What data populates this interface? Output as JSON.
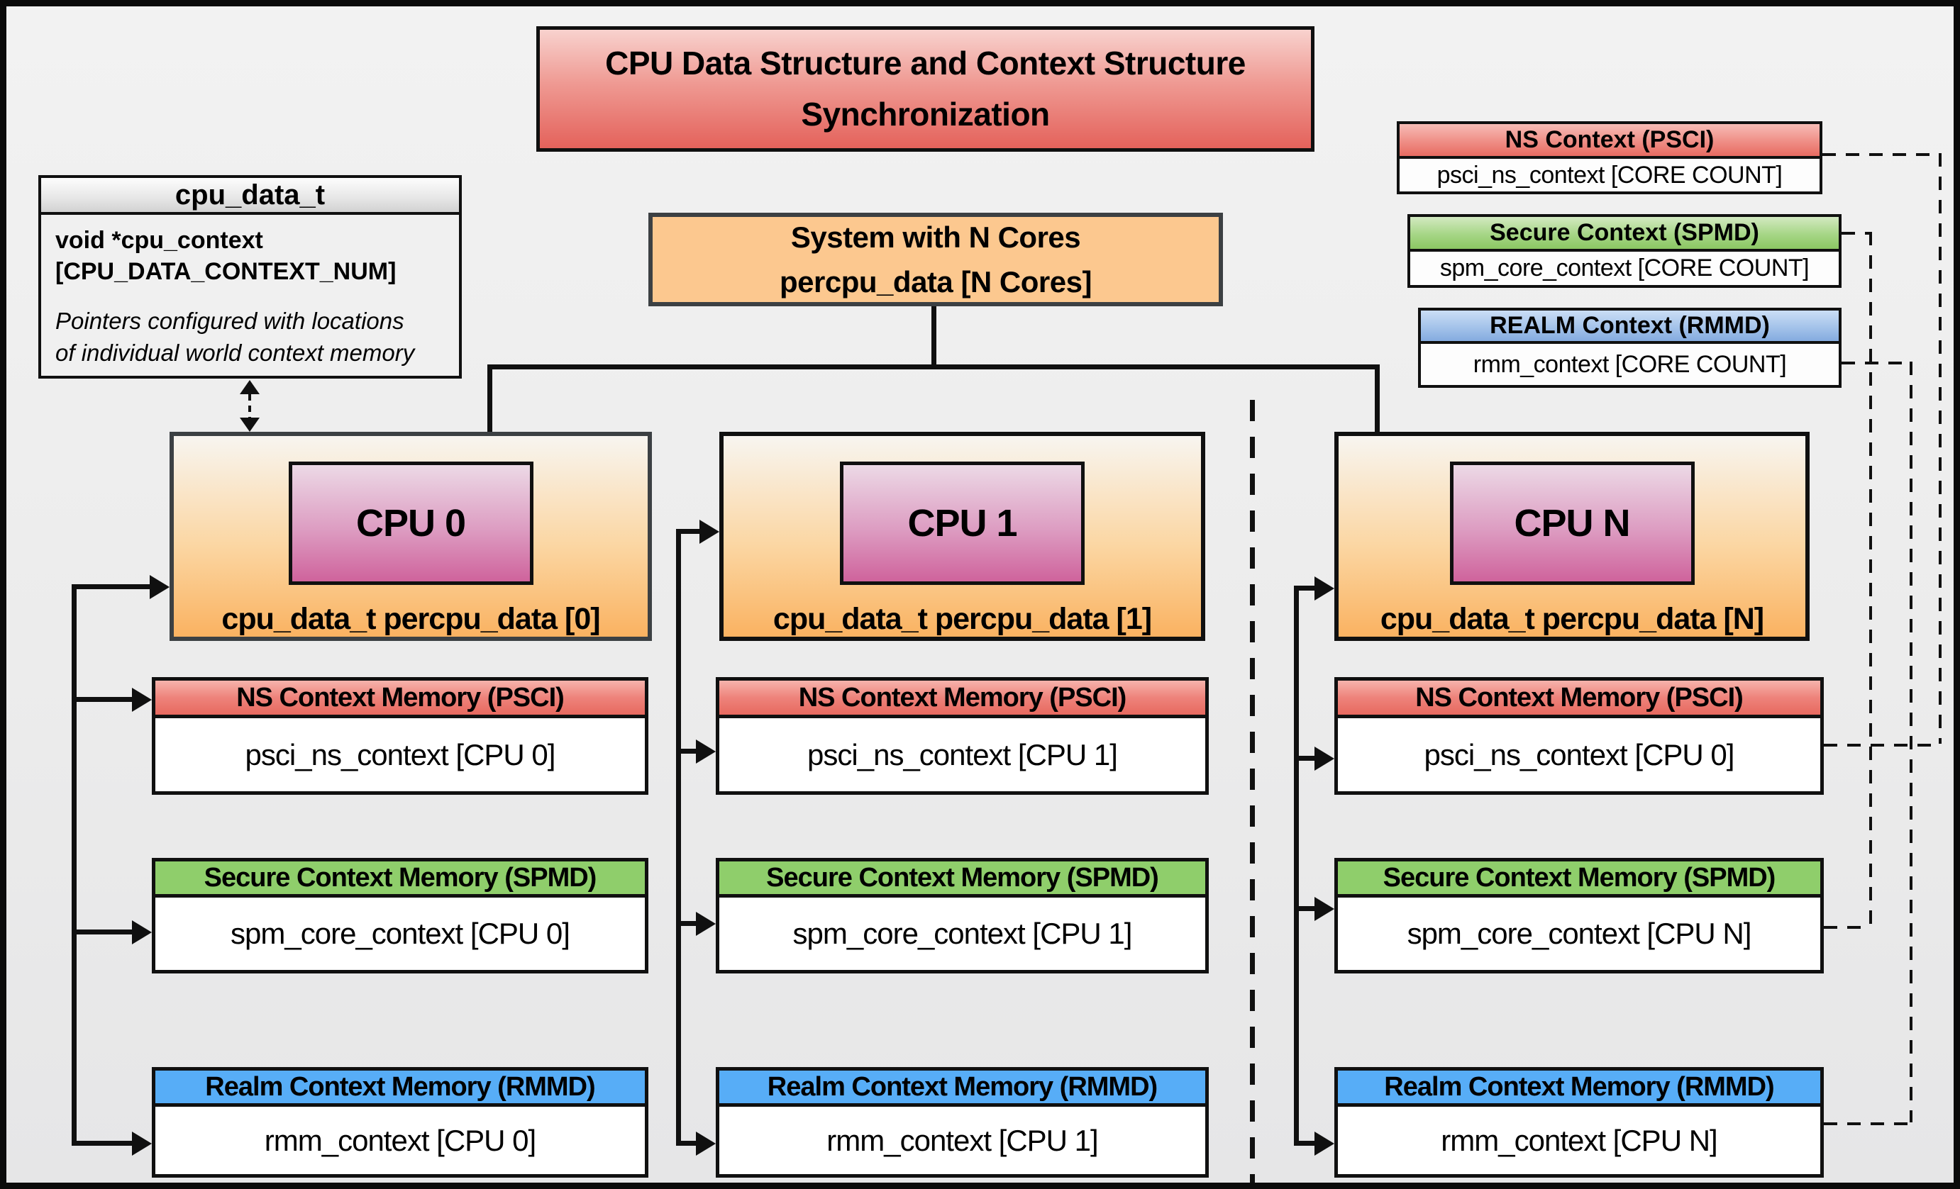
{
  "title": {
    "line1": "CPU Data Structure and Context Structure",
    "line2": "Synchronization"
  },
  "cpu_data_t_box": {
    "header": "cpu_data_t",
    "field_line1": "void  *cpu_context",
    "field_line2": "[CPU_DATA_CONTEXT_NUM]",
    "note_line1": "Pointers configured with locations",
    "note_line2": "of individual world context memory"
  },
  "system_box": {
    "line1": "System with N Cores",
    "line2": "percpu_data [N Cores]"
  },
  "legend": {
    "ns": {
      "header": "NS Context  (PSCI)",
      "body": "psci_ns_context [CORE COUNT]"
    },
    "secure": {
      "header": "Secure Context (SPMD)",
      "body": "spm_core_context [CORE COUNT]"
    },
    "realm": {
      "header": "REALM Context (RMMD)",
      "body": "rmm_context [CORE COUNT]"
    }
  },
  "cpus": [
    {
      "name": "CPU 0",
      "data_label": "cpu_data_t percpu_data [0]",
      "ns_header": "NS Context Memory (PSCI)",
      "ns_body": "psci_ns_context [CPU 0]",
      "secure_header": "Secure Context Memory (SPMD)",
      "secure_body": "spm_core_context [CPU 0]",
      "realm_header": "Realm Context Memory (RMMD)",
      "realm_body": "rmm_context [CPU 0]"
    },
    {
      "name": "CPU 1",
      "data_label": "cpu_data_t percpu_data [1]",
      "ns_header": "NS Context Memory (PSCI)",
      "ns_body": "psci_ns_context [CPU 1]",
      "secure_header": "Secure Context Memory (SPMD)",
      "secure_body": "spm_core_context [CPU 1]",
      "realm_header": "Realm Context Memory (RMMD)",
      "realm_body": "rmm_context [CPU 1]"
    },
    {
      "name": "CPU N",
      "data_label": "cpu_data_t percpu_data [N]",
      "ns_header": "NS Context Memory (PSCI)",
      "ns_body": "psci_ns_context [CPU 0]",
      "secure_header": "Secure Context Memory (SPMD)",
      "secure_body": "spm_core_context [CPU N]",
      "realm_header": "Realm Context Memory (RMMD)",
      "realm_body": "rmm_context [CPU N]"
    }
  ],
  "colors": {
    "background": "#eeeeee",
    "title_gradient_top": "#f8d2ce",
    "title_gradient_bottom": "#e4625b",
    "system_fill": "#fcc88f",
    "cpu_gradient_top": "#f8f5f0",
    "cpu_gradient_bottom": "#fab261",
    "cpu_chip_gradient_top": "#ecd9e6",
    "cpu_chip_gradient_bottom": "#cf639c",
    "ns_header_red": "#ee837b",
    "secure_header_green": "#8fce6b",
    "realm_header_blue": "#57adf7",
    "line_black": "#101010",
    "border_gray": "#3c4043"
  }
}
